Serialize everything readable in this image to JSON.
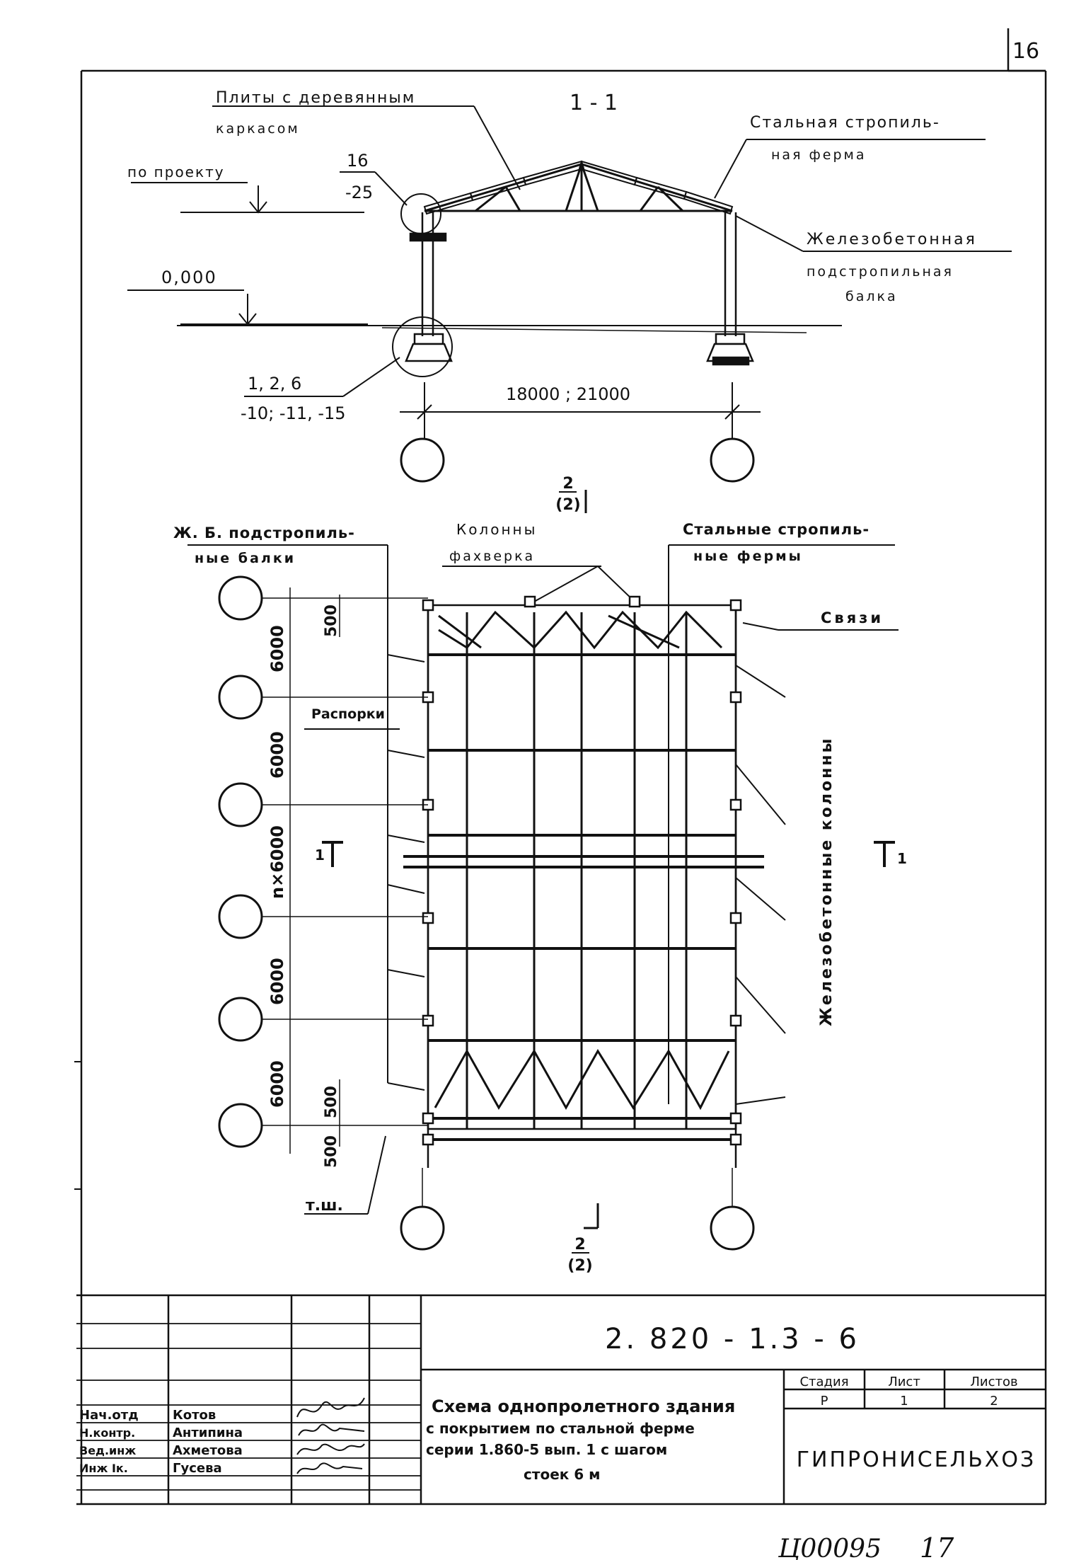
{
  "sheet_number": "16",
  "section": {
    "title": "1 - 1",
    "label_slabs_line1": "Плиты с деревянным",
    "label_slabs_line2": "каркасом",
    "label_truss_line1": "Стальная стропиль-",
    "label_truss_line2": "ная ферма",
    "label_design": "по проекту",
    "node_top_1": "16",
    "node_top_2": "-25",
    "label_beam_line1": "Железобетонная",
    "label_beam_line2": "подстропильная",
    "label_beam_line3": "балка",
    "level_zero": "0,000",
    "node_base_1": "1, 2, 6",
    "node_base_2": "-10; -11, -15",
    "span": "18000 ; 21000"
  },
  "plan": {
    "cut_mark_top": "2",
    "cut_mark_top_sub": "(2)",
    "label_rc_beams_line1": "Ж. Б. подстропиль-",
    "label_rc_beams_line2": "ные балки",
    "label_columns_line1": "Колонны",
    "label_columns_line2": "фахверка",
    "label_steel_trusses_line1": "Стальные стропиль-",
    "label_steel_trusses_line2": "ные фермы",
    "label_bracing": "Связи",
    "label_struts": "Распорки",
    "label_rc_columns": "Железобетонные колонны",
    "dims_left": [
      "500",
      "6000",
      "6000",
      "n×6000",
      "6000",
      "6000",
      "500",
      "500"
    ],
    "label_ts": "т.ш.",
    "cut_mark_bottom": "2",
    "cut_mark_bottom_sub": "(2)",
    "section_mark": "1"
  },
  "title_block": {
    "code": "2. 820 - 1.3 - 6",
    "description_lines": [
      "Схема однопролетного здания",
      "с покрытием по стальной ферме",
      "серии 1.860-5 вып. 1 с шагом",
      "стоек 6 м"
    ],
    "head_stage": "Стадия",
    "head_sheet": "Лист",
    "head_sheets": "Листов",
    "val_stage": "Р",
    "val_sheet": "1",
    "val_sheets": "2",
    "org": "ГИПРОНИСЕЛЬХОЗ",
    "roles": [
      {
        "role": "Нач.отд",
        "name": "Котов"
      },
      {
        "role": "Н.контр.",
        "name": "Антипина"
      },
      {
        "role": "Вед.инж",
        "name": "Ахметова"
      },
      {
        "role": "Инж Iк.",
        "name": "Гусева"
      }
    ]
  },
  "archive_number": "Ц00095",
  "archive_page": "17"
}
